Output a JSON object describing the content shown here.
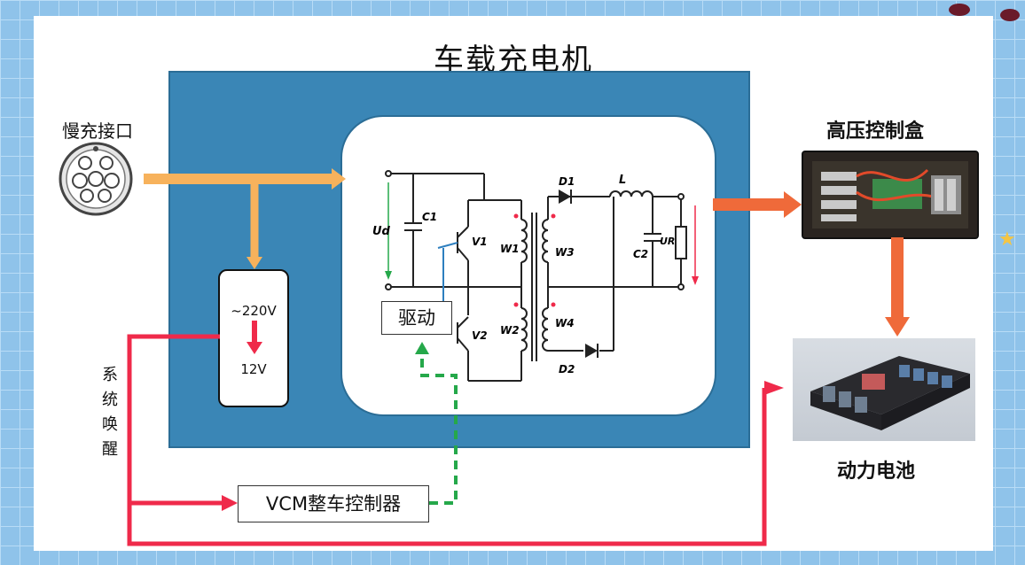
{
  "title": "车载充电机",
  "labels": {
    "slow_port": "慢充接口",
    "hv_box": "高压控制盒",
    "battery": "动力电池",
    "wake": [
      "系",
      "统",
      "唤",
      "醒"
    ],
    "drive": "驱动",
    "vcm": "VCM整车控制器",
    "conv_in": "~220V",
    "conv_out": "12V"
  },
  "circuit": {
    "ud": "Ud",
    "c1": "C1",
    "v1": "V1",
    "v2": "V2",
    "w1": "W1",
    "w2": "W2",
    "w3": "W3",
    "w4": "W4",
    "d1": "D1",
    "d2": "D2",
    "l": "L",
    "c2": "C2",
    "ur": "UR"
  },
  "colors": {
    "charge_path": "#f7b25c",
    "output_arrow": "#ef6a3a",
    "wake_line": "#ef2a4a",
    "control_line": "#25a84a",
    "box_fill": "#3a86b6"
  }
}
